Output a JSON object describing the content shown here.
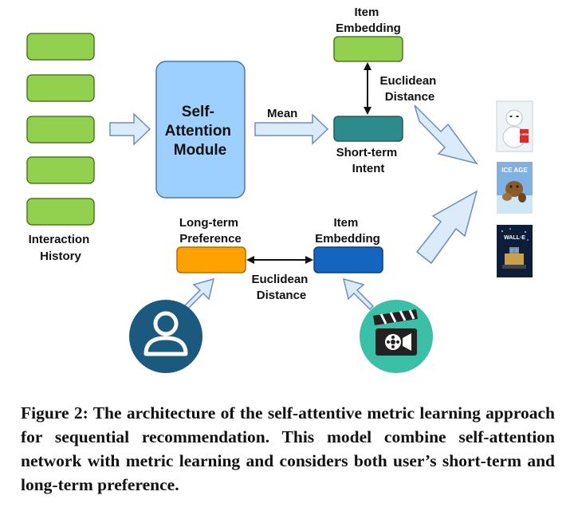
{
  "diagram": {
    "interaction_history_label": [
      "Interaction",
      "History"
    ],
    "self_attention_label": [
      "Self-",
      "Attention",
      "Module"
    ],
    "mean_label": "Mean",
    "item_embedding_top_label": [
      "Item",
      "Embedding"
    ],
    "euclidean_top_label": [
      "Euclidean",
      "Distance"
    ],
    "short_term_label": [
      "Short-term",
      "Intent"
    ],
    "long_term_label": [
      "Long-term",
      "Preference"
    ],
    "item_embedding_bottom_label": [
      "Item",
      "Embedding"
    ],
    "euclidean_bottom_label": [
      "Euclidean",
      "Distance"
    ],
    "poster_texts": [
      "BIG HERO 6",
      "ICE AGE",
      "WALL·E"
    ]
  },
  "colors": {
    "green": "#92D050",
    "green_border": "#4E7A1D",
    "light_blue": "#9DCFFF",
    "teal": "#2E8B8B",
    "orange": "#FFA200",
    "dark_blue": "#1565C0",
    "arrow_fill": "#DCEBFA",
    "arrow_stroke": "#6C8EBF",
    "user_circle": "#1B5A7E",
    "clapper_circle": "#3BBFA7"
  },
  "caption": "Figure 2: The architecture of the self-attentive metric learning approach for sequential recommendation. This model combine self-attention network with metric learning and considers both user’s short-term and long-term preference."
}
